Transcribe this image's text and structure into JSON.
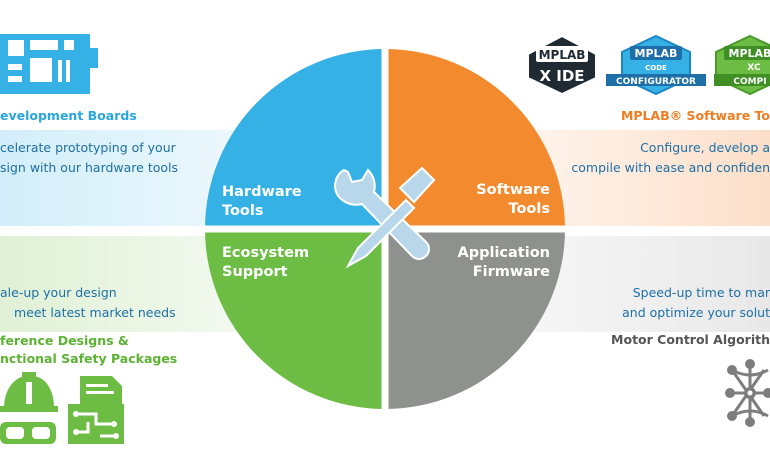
{
  "quadrants": {
    "hardware": {
      "line1": "Hardware",
      "line2": "Tools",
      "color": "#35b1e5"
    },
    "software": {
      "line1": "Software",
      "line2": "Tools",
      "color": "#f48a2e"
    },
    "ecosystem": {
      "line1": "Ecosystem",
      "line2": "Support",
      "color": "#6dbd45"
    },
    "firmware": {
      "line1": "Application",
      "line2": "Firmware",
      "color": "#8f918f"
    }
  },
  "left_top": {
    "title": "evelopment Boards",
    "desc_line1": "celerate prototyping of your",
    "desc_line2": "sign with our hardware tools"
  },
  "right_top": {
    "title": "MPLAB® Software To",
    "desc_line1": "Configure, develop a",
    "desc_line2": "compile with ease and confiden"
  },
  "left_bottom": {
    "desc_line1": "ale-up your design",
    "desc_line2": "meet latest market needs",
    "title_line1": "ference Designs &",
    "title_line2": "nctional Safety Packages"
  },
  "right_bottom": {
    "desc_line1": "Speed-up time to mar",
    "desc_line2": "and optimize your solut",
    "title": "Motor Control Algorith"
  },
  "badges": {
    "ide": {
      "top": "MPLAB",
      "bottom": "X IDE"
    },
    "mcc": {
      "top": "MPLAB",
      "mid": "CODE",
      "bottom": "CONFIGURATOR"
    },
    "xc": {
      "top": "MPLAB",
      "mid": "XC",
      "bottom": "COMPI"
    }
  },
  "colors": {
    "blue": "#35b1e5",
    "orange": "#f48a2e",
    "green": "#6dbd45",
    "gray": "#8f918f",
    "navy": "#1d6fa5"
  },
  "icons": [
    "circuit-board-icon",
    "wrench-screwdriver-icon",
    "hard-hat-icon",
    "goggles-icon",
    "document-schematic-icon",
    "network-globe-icon"
  ]
}
